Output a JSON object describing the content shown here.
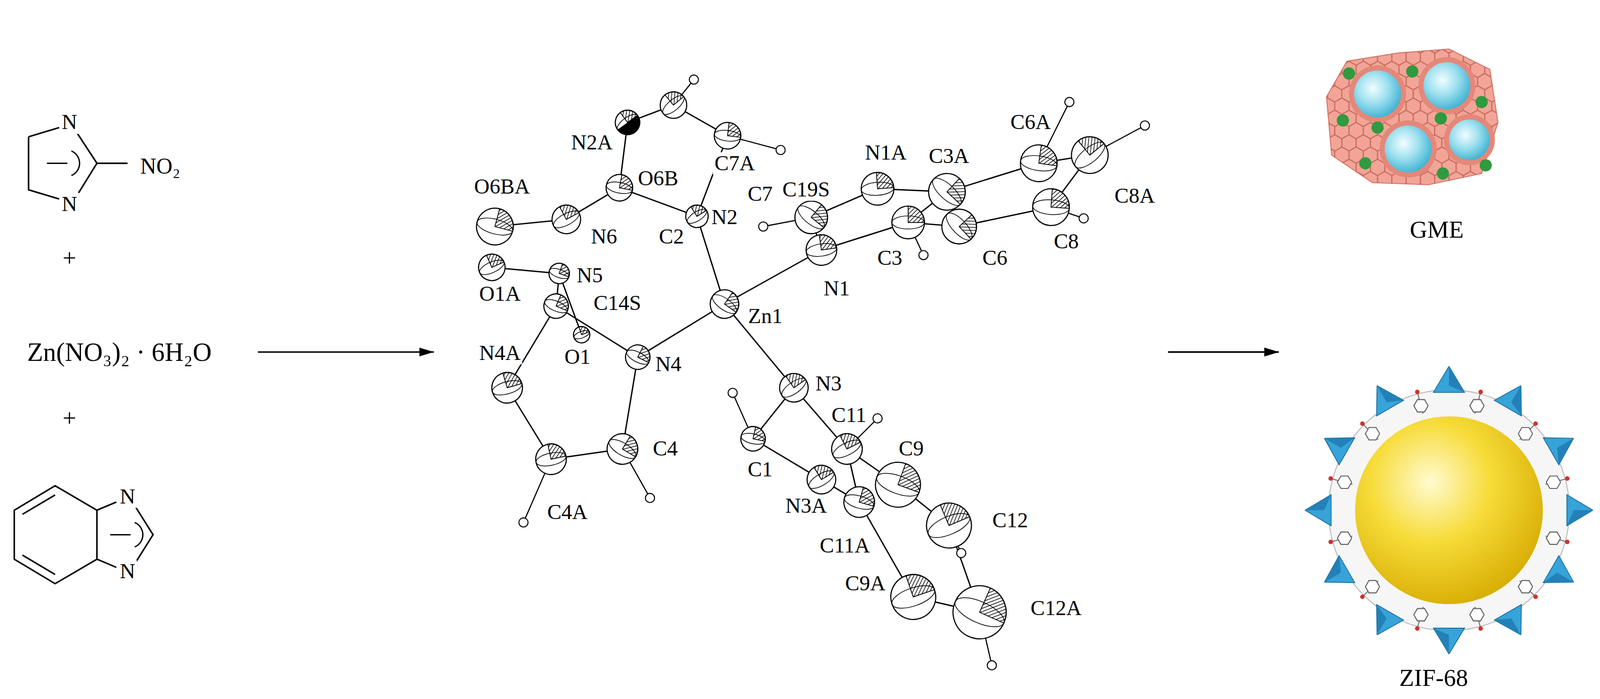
{
  "diagram": {
    "nodes": [
      {
        "text": [
          "N",
          "NO₂",
          "N",
          "+",
          "Zn(NO₃)₂ · 6H₂O",
          "+",
          "N",
          "N"
        ]
      },
      {
        "text": [
          "O6BA",
          "N2A",
          "C7A",
          "C7",
          "O6B",
          "N2",
          "C19S",
          "N1A",
          "C3A",
          "C6A",
          "C8A",
          "C8",
          "C6",
          "C3",
          "N1",
          "N6",
          "C2",
          "N5",
          "O1A",
          "C14S",
          "Zn1",
          "N4A",
          "O1",
          "N4",
          "N3",
          "C11",
          "C9",
          "C4",
          "C1",
          "C4A",
          "N3A",
          "C12",
          "C11A",
          "C9A",
          "C12A"
        ]
      },
      {
        "text": [
          "GME"
        ]
      },
      {
        "text": [
          "ZIF-68"
        ]
      }
    ],
    "edges": [
      {
        "from": 0,
        "to": 1,
        "arrow": "to"
      },
      {
        "from": 1,
        "to": 2,
        "arrow": "to"
      },
      {
        "from": 1,
        "to": 3,
        "arrow": "to"
      }
    ]
  }
}
